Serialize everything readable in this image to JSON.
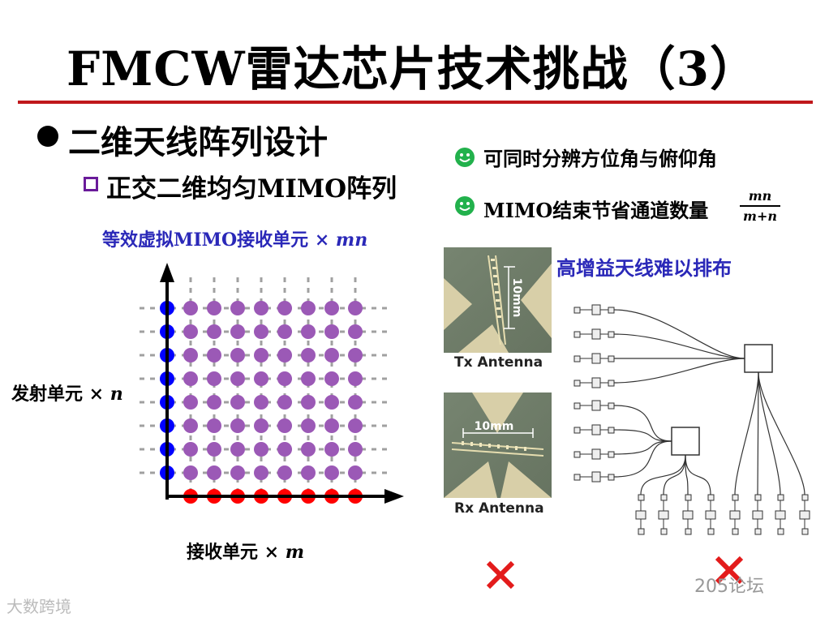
{
  "slide": {
    "title": "FMCW雷达芯片技术挑战（3）",
    "bullet": "二维天线阵列设计",
    "sub_bullet": "正交二维均匀MIMO阵列",
    "advantages": [
      {
        "text": "可同时分辨方位角与俯仰角",
        "icon": "smiley-icon"
      },
      {
        "text": "MIMO结束节省通道数量",
        "icon": "smiley-icon"
      }
    ],
    "fraction": {
      "numerator": "mn",
      "denominator": "m+n"
    },
    "virtual_label": "等效虚拟MIMO接收单元 × ",
    "virtual_var": "mn",
    "tx_label": "发射单元 × ",
    "tx_var": "n",
    "rx_label": "接收单元 × ",
    "rx_var": "m",
    "challenge": "高增益天线难以排布",
    "photo_tx_caption": "Tx Antenna",
    "photo_rx_caption": "Rx Antenna",
    "photo_tx_scale": "10mm",
    "photo_rx_scale": "10mm",
    "watermark_left": "大数跨境",
    "watermark_right": "205论坛"
  },
  "colors": {
    "rule": "#c0181c",
    "virtual": "#9b59b6",
    "tx": "#0000ff",
    "rx": "#ff0000",
    "highlight_text": "#2a28b8",
    "smiley": "#22b14c",
    "cross": "#e31b1b"
  },
  "diagram": {
    "tx_count": 8,
    "rx_count": 8
  }
}
